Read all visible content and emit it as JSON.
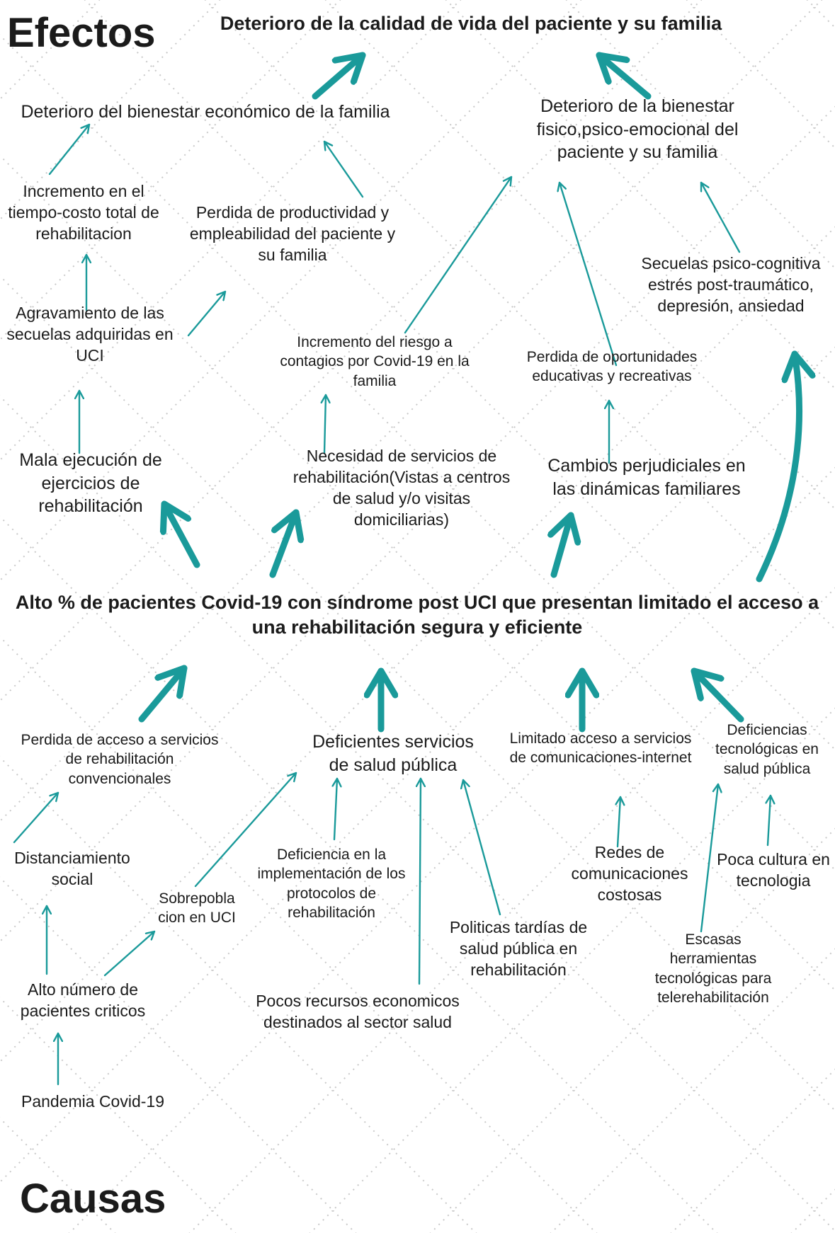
{
  "labels": {
    "effects": "Efectos",
    "causes": "Causas"
  },
  "colors": {
    "arrow": "#1a9a9a",
    "text": "#1b1b1b"
  },
  "nodes": {
    "top_effect": "Deterioro de la calidad de vida del paciente y su familia",
    "econ": "Deterioro del bienestar económico de la familia",
    "physical": "Deterioro de la bienestar fisico,psico-emocional del paciente y su familia",
    "cost": "Incremento en el tiempo-costo total de rehabilitacion",
    "productivity": "Perdida de productividad y empleabilidad del paciente y su familia",
    "sequelae_psy": "Secuelas psico-cognitiva estrés post-traumático, depresión, ansiedad",
    "aggravation": "Agravamiento de las secuelas adquiridas en UCI",
    "contagion": "Incremento del riesgo a contagios por Covid-19 en la familia",
    "opportunities": "Perdida de oportunidades educativas y recreativas",
    "bad_exec": "Mala ejecución de ejercicios de rehabilitación",
    "need_services": "Necesidad de servicios de rehabilitación(Vistas a centros de salud y/o visitas domiciliarias)",
    "family_dyn": "Cambios perjudiciales en las dinámicas familiares",
    "central": "Alto % de pacientes Covid-19 con síndrome post UCI que presentan limitado el acceso a una rehabilitación segura y eficiente",
    "loss_access": "Perdida de acceso a servicios de rehabilitación convencionales",
    "deficient_public": "Deficientes servicios de salud pública",
    "limited_internet": "Limitado acceso a servicios de comunicaciones-internet",
    "tech_deficiency": "Deficiencias tecnológicas en salud pública",
    "distancing": "Distanciamiento social",
    "overpopulation": "Sobrepobla cion en UCI",
    "protocols": "Deficiencia en la implementación de los protocolos de rehabilitación",
    "networks": "Redes de comunicaciones costosas",
    "low_culture": "Poca cultura en tecnologia",
    "late_policies": "Politicas tardías de salud pública en rehabilitación",
    "tools": "Escasas herramientas tecnológicas para telerehabilitación",
    "critical": "Alto número de pacientes criticos",
    "low_resources": "Pocos recursos economicos destinados al sector salud",
    "pandemic": "Pandemia Covid-19"
  }
}
